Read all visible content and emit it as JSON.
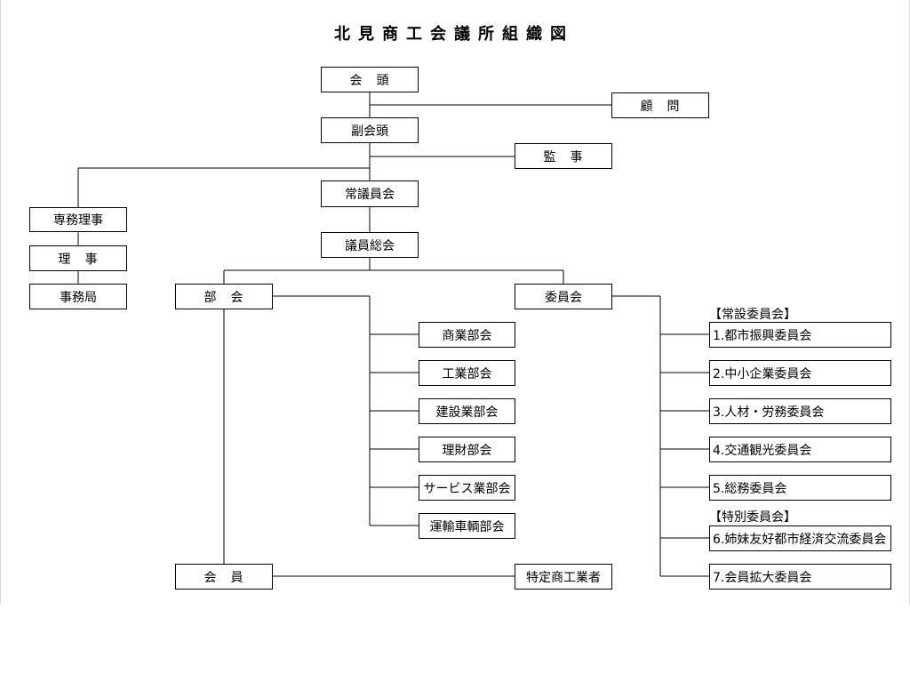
{
  "title": "北見商工会議所組織図",
  "nodes": {
    "chairman": "会　頭",
    "advisor": "顧　問",
    "vice_chairman": "副会頭",
    "auditor": "監　事",
    "standing_members": "常議員会",
    "executive_director": "専務理事",
    "director": "理　事",
    "secretariat": "事務局",
    "general_assembly": "議員総会",
    "divisions": "部　会",
    "committees": "委員会",
    "members": "会　員",
    "specified_merchants": "特定商工業者"
  },
  "division_list": [
    "商業部会",
    "工業部会",
    "建設業部会",
    "理財部会",
    "サービス業部会",
    "運輸車輌部会"
  ],
  "standing_committees_label": "【常設委員会】",
  "standing_committees": [
    "1.都市振興委員会",
    "2.中小企業委員会",
    "3.人材・労務委員会",
    "4.交通観光委員会",
    "5.総務委員会"
  ],
  "special_committees_label": "【特別委員会】",
  "special_committees": [
    "6.姉妹友好都市経済交流委員会",
    "7.会員拡大委員会"
  ]
}
